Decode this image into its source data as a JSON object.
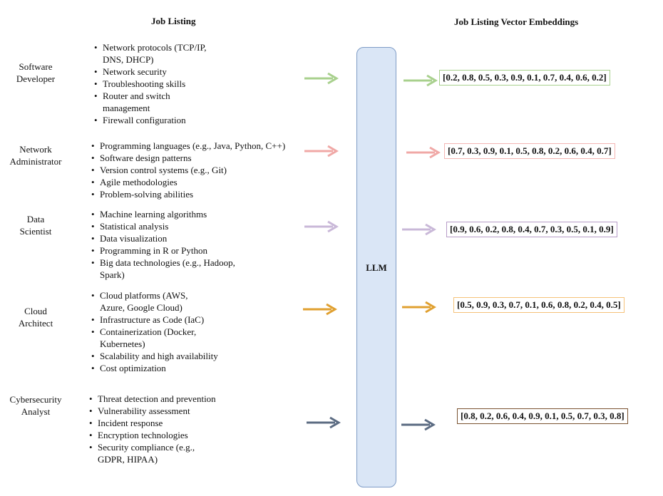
{
  "headers": {
    "left": "Job Listing",
    "right": "Job Listing Vector Embeddings"
  },
  "llm_label": "LLM",
  "rows": [
    {
      "title": [
        "Software",
        "Developer"
      ],
      "skills": [
        "Network protocols (TCP/IP,",
        "DNS, DHCP)",
        "Network security",
        "Troubleshooting skills",
        "Router and switch",
        "management",
        "Firewall configuration"
      ],
      "skill_bullets": [
        true,
        false,
        true,
        true,
        true,
        false,
        true
      ],
      "vector": "[0.2, 0.8, 0.5, 0.3, 0.9, 0.1, 0.7, 0.4, 0.6, 0.2]",
      "color": "#a8d08d",
      "box_color": "#a8d08d"
    },
    {
      "title": [
        "Network",
        "Administrator"
      ],
      "skills": [
        "Programming languages (e.g., Java, Python, C++)",
        "Software design patterns",
        "Version control systems (e.g., Git)",
        "Agile methodologies",
        "Problem-solving abilities"
      ],
      "skill_bullets": [
        true,
        true,
        true,
        true,
        true
      ],
      "vector": "[0.7, 0.3, 0.9, 0.1, 0.5, 0.8, 0.2, 0.6, 0.4, 0.7]",
      "color": "#f0a8a6",
      "box_color": "#f4b6b3"
    },
    {
      "title": [
        "Data",
        "Scientist"
      ],
      "skills": [
        "Machine learning algorithms",
        "Statistical analysis",
        "Data visualization",
        "Programming in R or Python",
        "Big data technologies (e.g., Hadoop,",
        "Spark)"
      ],
      "skill_bullets": [
        true,
        true,
        true,
        true,
        true,
        false
      ],
      "vector": "[0.9, 0.6, 0.2, 0.8, 0.4, 0.7, 0.3, 0.5, 0.1, 0.9]",
      "color": "#c9b8d8",
      "box_color": "#b79cc8"
    },
    {
      "title": [
        "Cloud",
        "Architect"
      ],
      "skills": [
        "Cloud platforms (AWS,",
        "Azure, Google Cloud)",
        "Infrastructure as Code (IaC)",
        "Containerization (Docker,",
        "Kubernetes)",
        "Scalability and high availability",
        "Cost optimization"
      ],
      "skill_bullets": [
        true,
        false,
        true,
        true,
        false,
        true,
        true
      ],
      "vector": "[0.5, 0.9, 0.3, 0.7, 0.1, 0.6, 0.8, 0.2, 0.4, 0.5]",
      "color": "#e0a030",
      "box_color": "#f5c27a"
    },
    {
      "title": [
        "Cybersecurity",
        "Analyst"
      ],
      "skills": [
        "Threat detection and prevention",
        "Vulnerability assessment",
        "Incident response",
        "Encryption technologies",
        "Security compliance (e.g.,",
        "GDPR, HIPAA)"
      ],
      "skill_bullets": [
        true,
        true,
        true,
        true,
        true,
        false
      ],
      "vector": "[0.8, 0.2, 0.6, 0.4, 0.9, 0.1, 0.5, 0.7, 0.3, 0.8]",
      "color": "#5b6b82",
      "box_color": "#7a5230"
    }
  ]
}
